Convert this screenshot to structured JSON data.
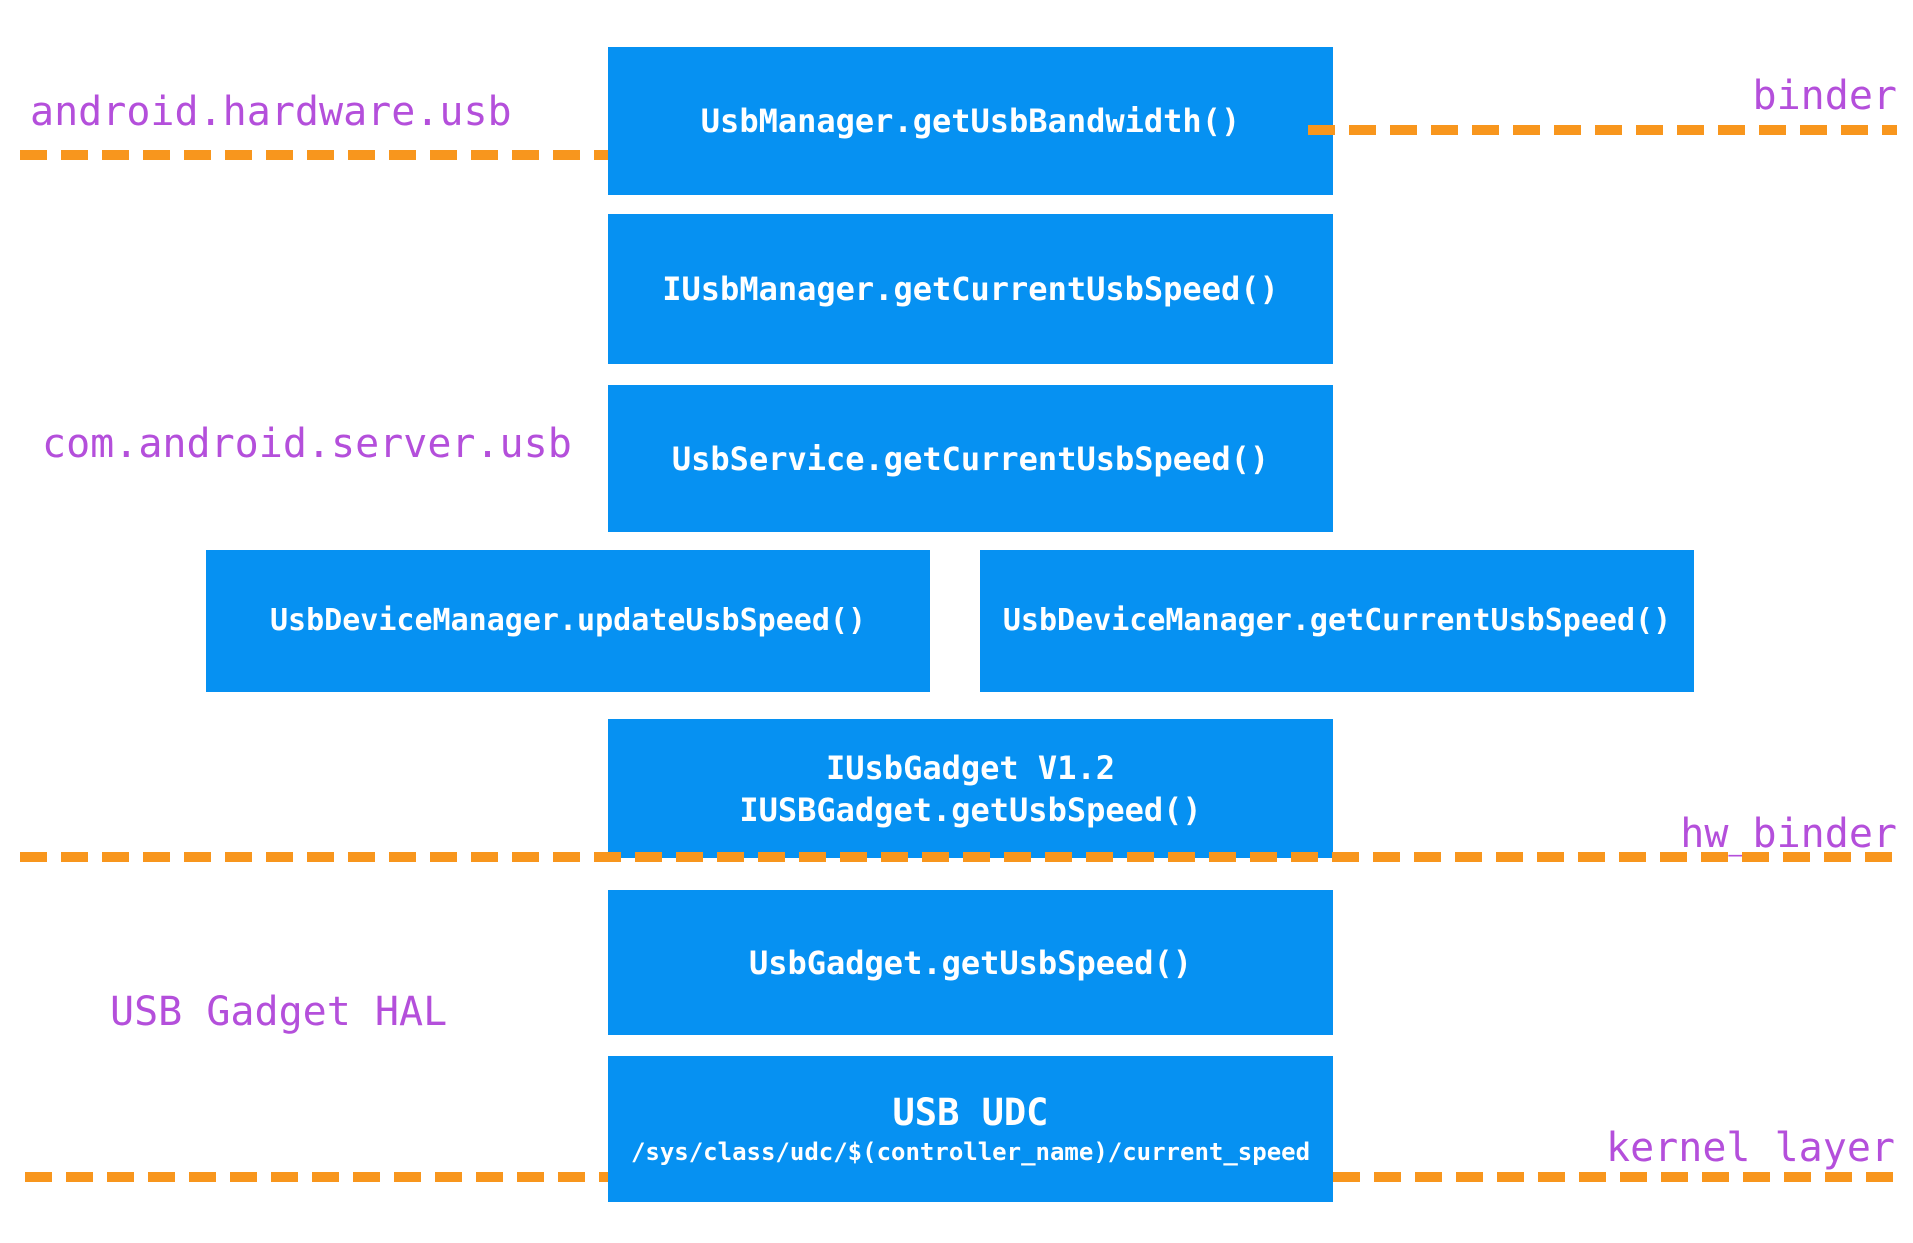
{
  "colors": {
    "box_blue": "#0691F2",
    "line_orange": "#F8961D",
    "label_purple": "#B44FDB",
    "box_text": "#FFFFFF"
  },
  "layers": {
    "framework_label": "android.hardware.usb",
    "binder_label": "binder",
    "server_label": "com.android.server.usb",
    "hw_binder_label": "hw_binder",
    "hal_label": "USB Gadget HAL",
    "kernel_label": "kernel layer"
  },
  "boxes": {
    "usb_manager": {
      "label": "UsbManager.getUsbBandwidth()"
    },
    "iusb_manager": {
      "label": "IUsbManager.getCurrentUsbSpeed()"
    },
    "usb_service": {
      "label": "UsbService.getCurrentUsbSpeed()"
    },
    "usb_device_manager_update": {
      "label": "UsbDeviceManager.updateUsbSpeed()"
    },
    "usb_device_manager_get": {
      "label": "UsbDeviceManager.getCurrentUsbSpeed()"
    },
    "iusb_gadget": {
      "line1": "IUsbGadget V1.2",
      "line2": "IUSBGadget.getUsbSpeed()"
    },
    "usb_gadget": {
      "label": "UsbGadget.getUsbSpeed()"
    },
    "usb_udc": {
      "title": "USB UDC",
      "path": "/sys/class/udc/$(controller_name)/current_speed"
    }
  }
}
